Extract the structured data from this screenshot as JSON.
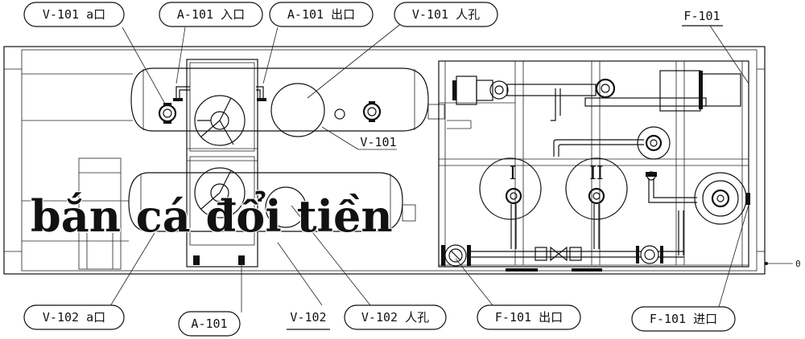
{
  "labels": {
    "v101a": "V-101 a口",
    "a101_in": "A-101 入口",
    "a101_out": "A-101 出口",
    "v101_manhole": "V-101 人孔",
    "f101": "F-101",
    "v101": "V-101",
    "v102a": "V-102 a口",
    "a101": "A-101",
    "v102": "V-102",
    "v102_manhole": "V-102 人孔",
    "f101_out": "F-101 出口",
    "f101_in": "F-101 进口",
    "tank1": "I",
    "tank2": "II",
    "edge_mark": "0"
  },
  "watermark": "bắn cá đổi tiền"
}
